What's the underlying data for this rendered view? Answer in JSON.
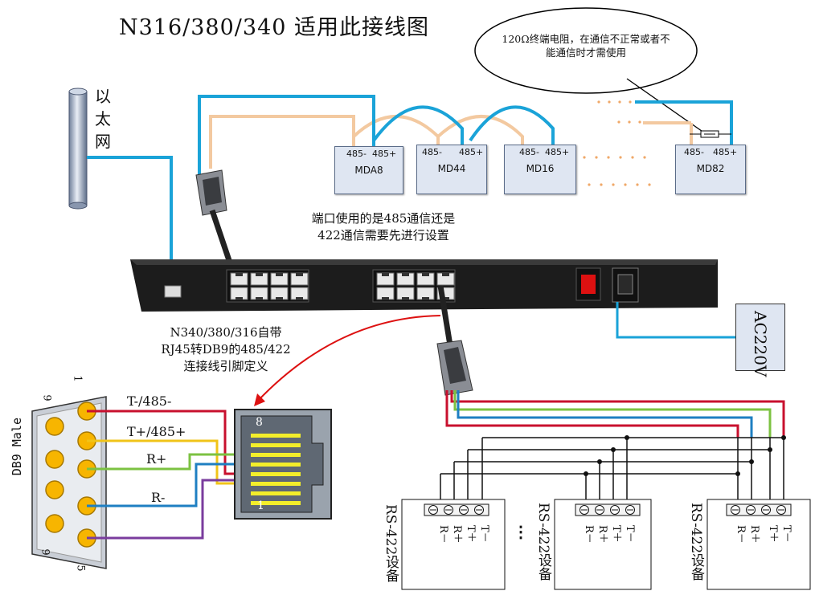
{
  "title": "N316/380/340 适用此接线图",
  "callout": {
    "line1": "120Ω终端电阻，在通信不正常或者不",
    "line2": "能通信时才需使用"
  },
  "ethernet_label": "以太网",
  "modules": [
    {
      "name": "MDA8",
      "minus": "485-",
      "plus": "485+"
    },
    {
      "name": "MD44",
      "minus": "485-",
      "plus": "485+"
    },
    {
      "name": "MD16",
      "minus": "485-",
      "plus": "485+"
    },
    {
      "name": "MD82",
      "minus": "485-",
      "plus": "485+"
    }
  ],
  "port_note": {
    "line1": "端口使用的是485通信还是",
    "line2": "422通信需要先进行设置"
  },
  "power_label": "AC220V",
  "cable_note": {
    "line1": "N340/380/316自带",
    "line2": "RJ45转DB9的485/422",
    "line3": "连接线引脚定义"
  },
  "db9": {
    "label": "DB9 Male",
    "pin_1": "1",
    "pin_9_top": "9",
    "pin_9_bottom": "9",
    "pin_5": "5"
  },
  "wires": {
    "t_minus": "T-/485-",
    "t_plus": "T+/485+",
    "r_plus": "R+",
    "r_minus": "R-"
  },
  "rj45": {
    "pin_8": "8",
    "pin_1": "1"
  },
  "rs422_device_label": "RS-422设备",
  "device_terminals": {
    "t_minus": "T－",
    "t_plus": "T＋",
    "r_plus": "R＋",
    "r_minus": "R－"
  },
  "ellipsis": "⋮",
  "colors": {
    "cable_blue": "#1aa3d8",
    "cable_tan": "#f3c9a0",
    "red": "#c8102e",
    "green": "#7cc242",
    "wire_blue": "#1e7fc2",
    "yellow": "#f0c419",
    "purple": "#7a3c9e",
    "db9_pin": "#f7b500",
    "switch_body": "#1c1c1c"
  }
}
